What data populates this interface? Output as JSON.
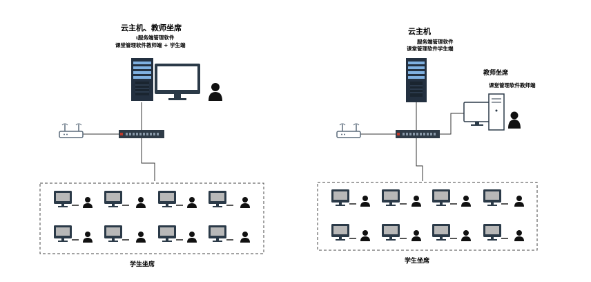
{
  "left": {
    "host_title": "云主机、教师坐席",
    "host_line1": "ι服务端管理软件",
    "host_line2": "课堂管理软件教师端 + 学生端",
    "students_label": "学生坐席"
  },
  "right": {
    "host_title": "云主机",
    "host_line1": "服务端管理软件",
    "host_line2": "课堂管理软件学生端",
    "teacher_title": "教师坐席",
    "teacher_line1": "课堂管理软件教师端",
    "students_label": "学生坐席"
  },
  "colors": {
    "server": "#233040",
    "server_accent": "#7fb0e0",
    "switch": "#2f3b47",
    "switch_port_red": "#c0392b",
    "line": "#333333",
    "monitor_frame": "#2b3a48",
    "monitor_screen": "#ffffff",
    "person": "#111111",
    "router": "#5a6a7a",
    "dashed_box": "#444444"
  },
  "icons": [
    "server-icon",
    "monitor-icon",
    "person-icon",
    "router-icon",
    "switch-icon",
    "desktop-tower-icon"
  ]
}
